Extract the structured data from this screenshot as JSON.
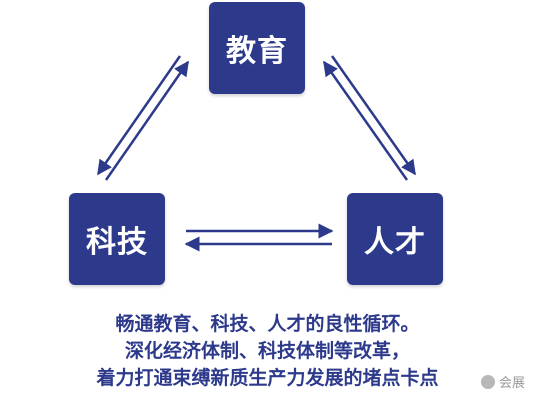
{
  "nodes": {
    "education": "教育",
    "tech": "科技",
    "talent": "人才"
  },
  "captions": [
    "畅通教育、科技、人才的良性循环。",
    "深化经济体制、科技体制等改革，",
    "着力打通束缚新质生产力发展的堵点卡点"
  ],
  "watermark": "会展",
  "colors": {
    "node_fill": "#2d3a8c",
    "arrow": "#2d3a8c",
    "caption": "#2d3a8c"
  }
}
